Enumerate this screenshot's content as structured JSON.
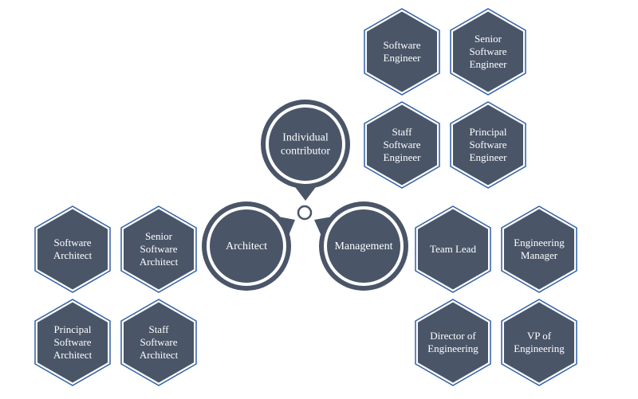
{
  "colors": {
    "node_fill": "#4a5568",
    "hex_stroke": "#2f5fa8",
    "circle_ring": "#4a5568",
    "background": "#ffffff"
  },
  "diagram": {
    "center_hub": "",
    "categories": [
      {
        "id": "individual",
        "label": [
          "Individual",
          "contributor"
        ]
      },
      {
        "id": "architect",
        "label": [
          "Architect"
        ]
      },
      {
        "id": "management",
        "label": [
          "Management"
        ]
      }
    ],
    "groups": {
      "individual": [
        {
          "label": [
            "Software",
            "Engineer"
          ]
        },
        {
          "label": [
            "Senior",
            "Software",
            "Engineer"
          ]
        },
        {
          "label": [
            "Staff",
            "Software",
            "Engineer"
          ]
        },
        {
          "label": [
            "Principal",
            "Software",
            "Engineer"
          ]
        }
      ],
      "architect": [
        {
          "label": [
            "Software",
            "Architect"
          ]
        },
        {
          "label": [
            "Senior",
            "Software",
            "Architect"
          ]
        },
        {
          "label": [
            "Principal",
            "Software",
            "Architect"
          ]
        },
        {
          "label": [
            "Staff",
            "Software",
            "Architect"
          ]
        }
      ],
      "management": [
        {
          "label": [
            "Team Lead"
          ]
        },
        {
          "label": [
            "Engineering",
            "Manager"
          ]
        },
        {
          "label": [
            "Director of",
            "Engineering"
          ]
        },
        {
          "label": [
            "VP of",
            "Engineering"
          ]
        }
      ]
    }
  }
}
